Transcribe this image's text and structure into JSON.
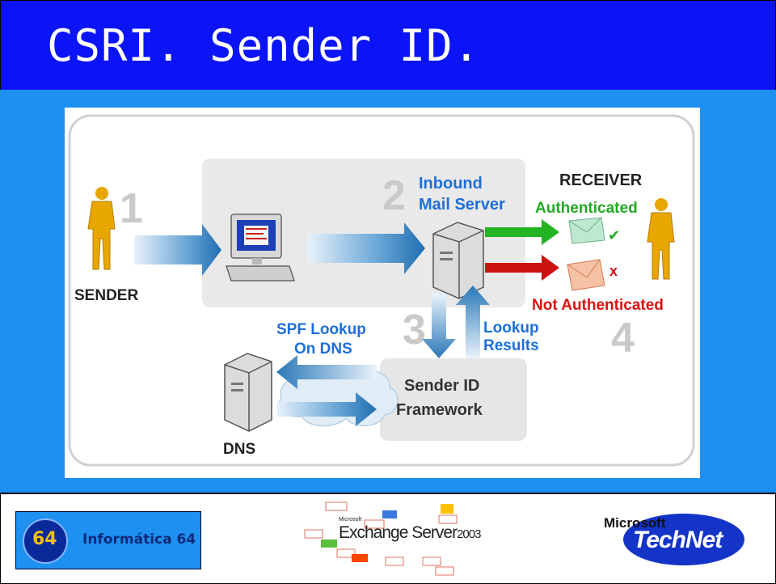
{
  "slide": {
    "title": "CSRI. Sender ID."
  },
  "diagram": {
    "step1": "1",
    "step2": "2",
    "step3": "3",
    "step4": "4",
    "sender_label": "SENDER",
    "receiver_label": "RECEIVER",
    "inbound_line1": "Inbound",
    "inbound_line2": "Mail Server",
    "authenticated": "Authenticated",
    "not_authenticated": "Not Authenticated",
    "spf_line1": "SPF Lookup",
    "spf_line2": "On DNS",
    "lookup_line1": "Lookup",
    "lookup_line2": "Results",
    "framework_line1": "Sender ID",
    "framework_line2": "Framework",
    "dns_label": "DNS",
    "check_mark": "✔",
    "x_mark": "x"
  },
  "footer": {
    "informatica_number": "64",
    "informatica_name": "Informática 64",
    "exchange_small": "Microsoft",
    "exchange_name": "Exchange Server",
    "exchange_year": "2003",
    "technet_microsoft": "Microsoft",
    "technet_name": "TechNet"
  },
  "colors": {
    "title_bar": "#0a14f5",
    "content_bg": "#1e90f0",
    "label_blue": "#1e6fd8",
    "green": "#22aa22",
    "red": "#dd1111"
  }
}
